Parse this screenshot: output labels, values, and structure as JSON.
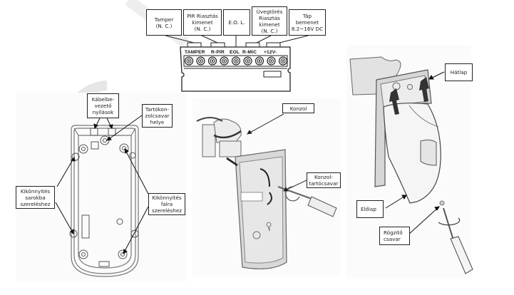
{
  "terminal_block": {
    "callouts": [
      {
        "id": "tamper",
        "text": "Tamper\n(N. C.)"
      },
      {
        "id": "pir",
        "text": "PIR Riasztás\nkimenet\n(N. C.)"
      },
      {
        "id": "eol",
        "text": "E.O. L."
      },
      {
        "id": "glassbreak",
        "text": "Üvegtörés\nRiasztás\nkimenet\n(N. C.)"
      },
      {
        "id": "power",
        "text": "Táp\nbemenet\n8.2~16V DC"
      }
    ],
    "terminals": [
      "TAMPER",
      "R-PIR",
      "EOL",
      "R-MIC",
      "+12V-"
    ],
    "screw_count": 9
  },
  "back_housing": {
    "callouts": [
      {
        "id": "cable-entry",
        "text": "Kábelbe-\nvezető\nnyílások"
      },
      {
        "id": "bracket-screw",
        "text": "Tartókon-\nzolcsavar\nhelye"
      },
      {
        "id": "corner-knockout",
        "text": "Kikönnyítés\nsarokba\nszereléshez"
      },
      {
        "id": "wall-knockout",
        "text": "Kikönnyítés\nfalra\nszereléshez"
      }
    ]
  },
  "bracket_mount": {
    "callouts": [
      {
        "id": "bracket",
        "text": "Konzol"
      },
      {
        "id": "bracket-screw",
        "text": "Konzol-\ntartócsavar"
      }
    ]
  },
  "cover_assembly": {
    "callouts": [
      {
        "id": "back-plate",
        "text": "Hátlap"
      },
      {
        "id": "front-cover",
        "text": "Előlap"
      },
      {
        "id": "fixing-screw",
        "text": "Rögzítő\ncsavar"
      }
    ]
  }
}
